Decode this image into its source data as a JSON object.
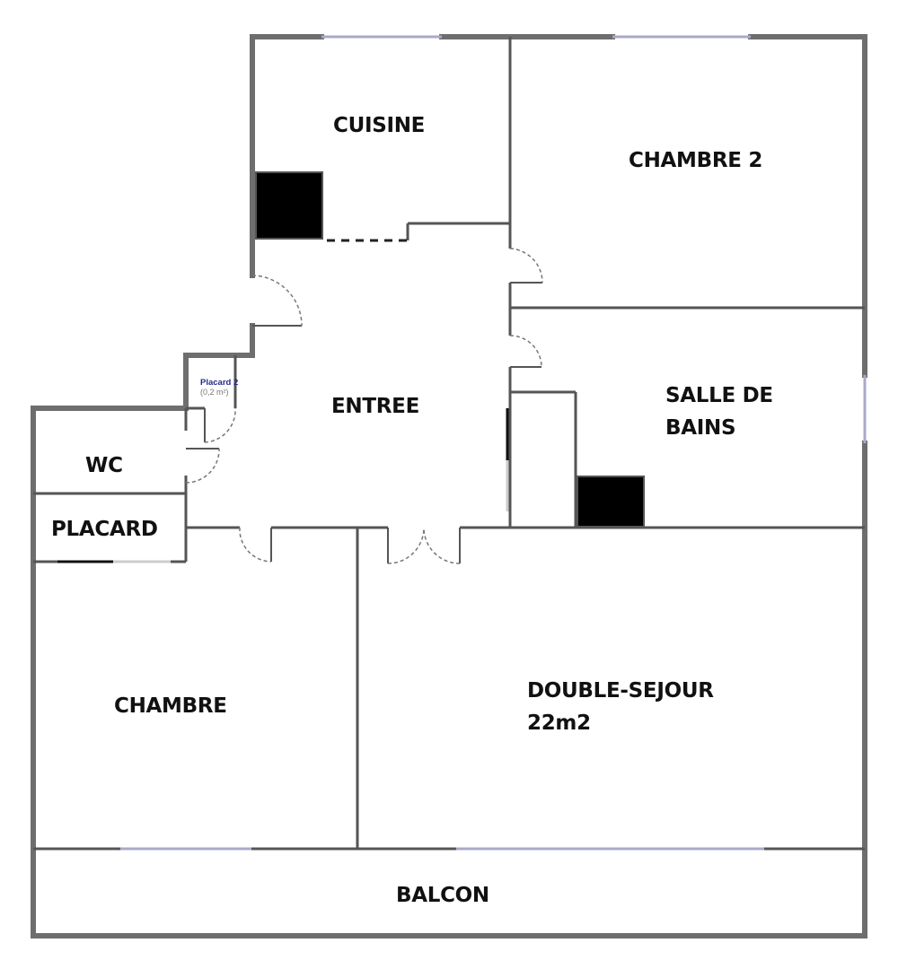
{
  "plan": {
    "colors": {
      "outer_wall": "#6e6e6e",
      "inner_wall": "#555555",
      "window": "#a9a9c9",
      "duct_fill": "#000000",
      "label": "#111111",
      "small_label_name": "#2a2a8a",
      "small_label_area": "#777777"
    },
    "rooms": {
      "cuisine": {
        "label": "CUISINE"
      },
      "chambre2": {
        "label": "CHAMBRE 2"
      },
      "entree": {
        "label": "ENTREE"
      },
      "salle_de_bains": {
        "label_line1": "SALLE DE",
        "label_line2": "BAINS"
      },
      "placard2": {
        "label": "Placard 2",
        "area": "(0,2 m²)"
      },
      "wc": {
        "label": "WC"
      },
      "placard": {
        "label": "PLACARD"
      },
      "chambre": {
        "label": "CHAMBRE"
      },
      "double_sejour": {
        "label_line1": "DOUBLE-SEJOUR",
        "label_line2": "22m2"
      },
      "balcon": {
        "label": "BALCON"
      }
    }
  }
}
